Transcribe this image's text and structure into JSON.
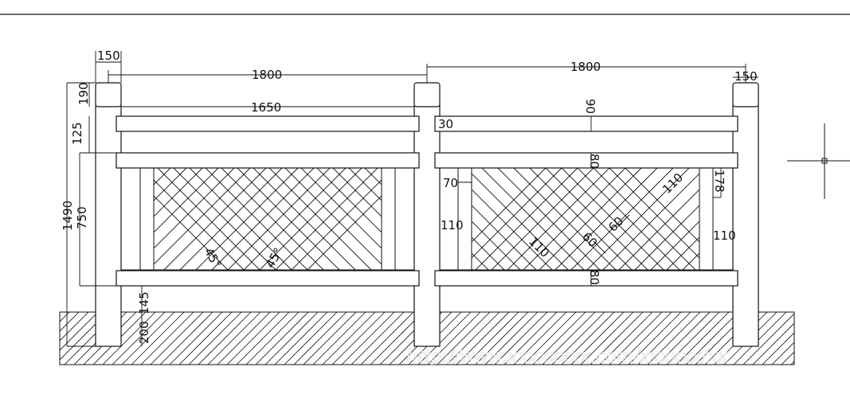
{
  "drawing": {
    "dimensions": {
      "top_width_left": "150",
      "span_left": "1800",
      "span_right": "1800",
      "top_width_right": "150",
      "cap_height": "190",
      "inner_span": "1650",
      "rail_gap": "125",
      "total_height": "1490",
      "panel_height": "750",
      "offset_30": "30",
      "rail_90": "90",
      "rail_80_top": "80",
      "frame_70": "70",
      "board_110_left": "110",
      "panel_178": "178",
      "board_110_diag_a": "110",
      "board_110_diag_b": "110",
      "board_110_right": "110",
      "board_60_a": "60",
      "board_60_b": "60",
      "rail_80_bottom": "80",
      "bottom_145": "145",
      "embed_200": "200"
    },
    "angles": {
      "left_a": "45°",
      "left_b": "45°"
    },
    "watermark": "http://www.xxxxxxxx.com/xxxxxx/xx"
  },
  "colors": {
    "line": "#111111",
    "background": "#ffffff"
  },
  "icons": {
    "crosshair": "crosshair-icon"
  }
}
